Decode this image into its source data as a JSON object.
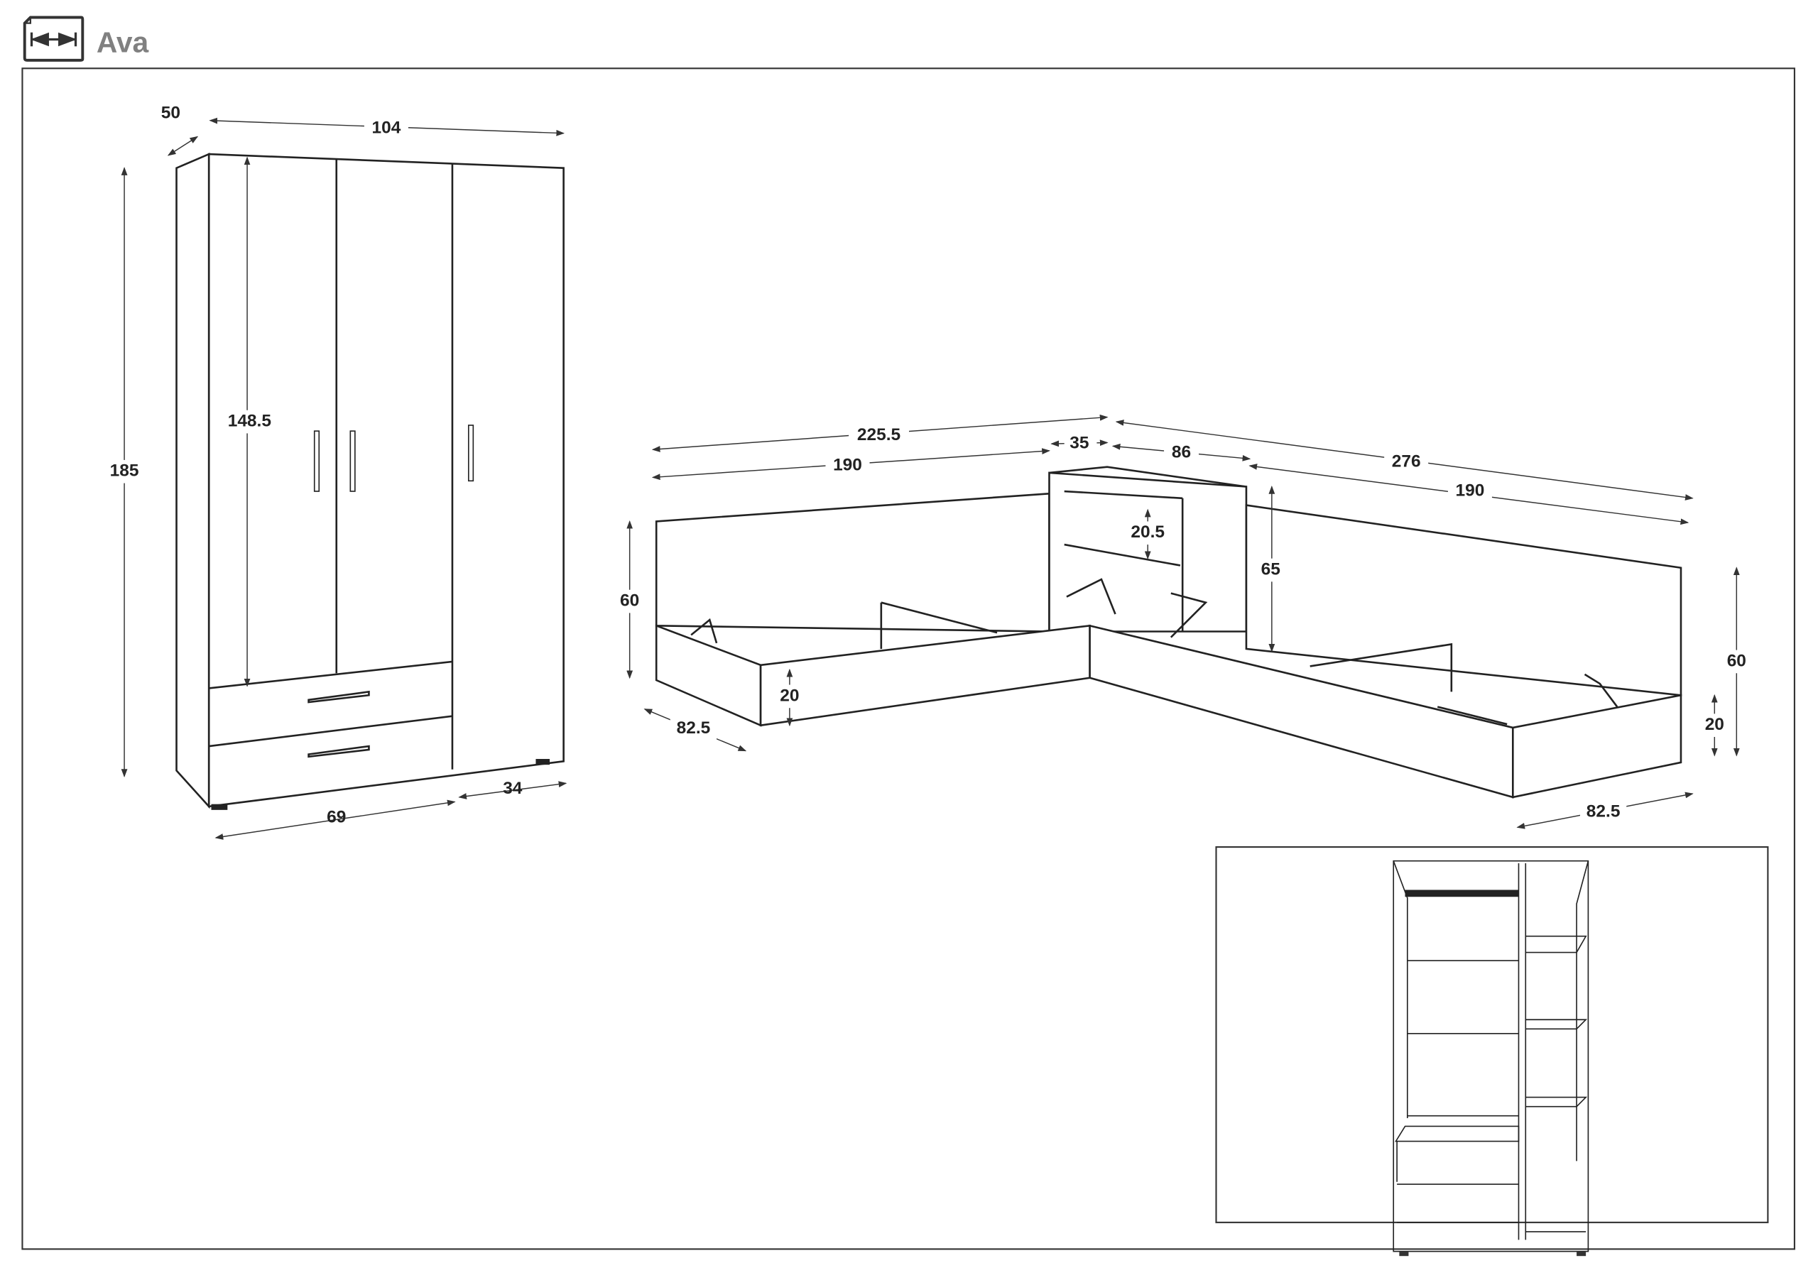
{
  "header": {
    "title": "Ava",
    "icon": "dimensions-icon"
  },
  "wardrobe": {
    "depth": "50",
    "width": "104",
    "height": "185",
    "door_height": "148.5",
    "left_width": "69",
    "right_width": "34"
  },
  "bed": {
    "total_left": "225.5",
    "length_left": "190",
    "nightstand_depth": "35",
    "nightstand_width": "86",
    "total_right": "276",
    "length_right": "190",
    "drawer_height": "20.5",
    "nightstand_height": "65",
    "headboard_left": "60",
    "base_left": "20",
    "width_left": "82.5",
    "headboard_right": "60",
    "base_right": "20",
    "width_right": "82.5"
  }
}
